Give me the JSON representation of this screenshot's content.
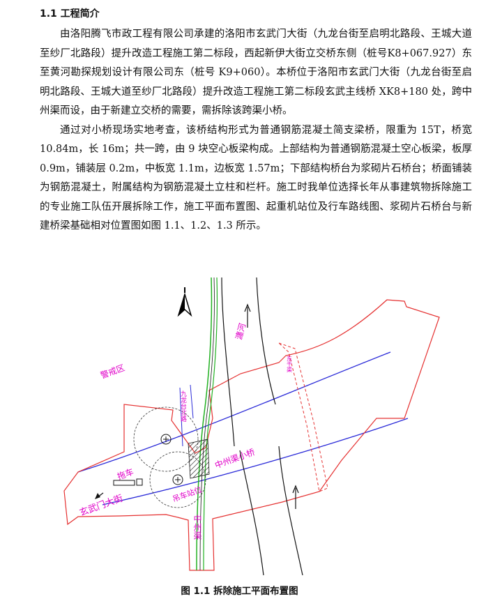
{
  "heading": "1.1 工程简介",
  "paragraphs": [
    "由洛阳腾飞市政工程有限公司承建的洛阳市玄武门大街（九龙台街至启明北路段、王城大道至纱厂北路段）提升改造工程施工第二标段，西起新伊大街立交桥东侧（桩号K8+067.927）东至黄河勘探规划设计有限公司东（桩号 K9+060）。本桥位于洛阳市玄武门大街（九龙台街至启明北路段、王城大道至纱厂北路段）提升改造工程施工第二标段玄武主线桥 XK8+180 处，跨中州渠而设，由于新建立交桥的需要，需拆除该跨渠小桥。",
    "通过对小桥现场实地考查，该桥结构形式为普通钢筋混凝土简支梁桥，限重为 15T，桥宽 10.84m，长 16m；共一跨，由 9 块空心板梁构成。上部结构为普通钢筋混凝土空心板梁，板厚 0.9m，铺装层 0.2m，中板宽 1.1m，边板宽 1.57m；下部结构桥台为浆砌片石桥台；桥面铺装为钢筋混凝土，附属结构为钢筋混凝土立柱和栏杆。施工时我单位选择长年从事建筑物拆除施工的专业施工队伍开展拆除工作，施工平面布置图、起重机站位及行车路线图、浆砌片石桥台与新建桥梁基础相对位置图如图 1.1、1.2、1.3 所示。"
  ],
  "figure": {
    "labels": {
      "chanhe": "瀍河",
      "warning_zone": "警戒区",
      "jiulongtai": "九龙台北路",
      "zhongzhou_bridge": "中州渠小桥",
      "transport_truck": "拖车",
      "crane_position": "吊车站位",
      "xuanwumen": "玄武门大街",
      "zhongzhou_canal": "中州渠",
      "right_road": "东干渠"
    },
    "colors": {
      "boundary": "#e53030",
      "road": "#2a2ad8",
      "canal": "#20b020",
      "label": "#e000c8"
    }
  },
  "caption": "图 1.1 拆除施工平面布置图"
}
